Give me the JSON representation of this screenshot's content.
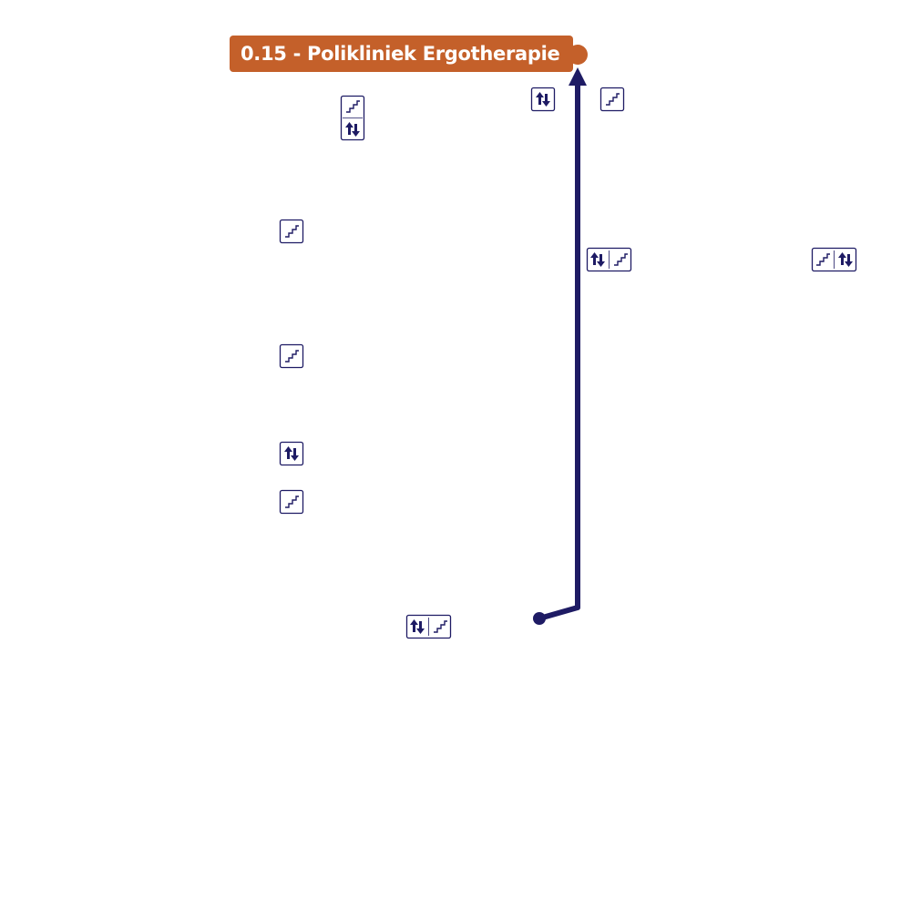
{
  "destination": {
    "label": "0.15 - Polikliniek Ergotherapie"
  },
  "colors": {
    "route": "#1e1b64",
    "destination": "#c4602a",
    "icon_stroke": "#1e1b64",
    "background": "#ffffff"
  },
  "icons": [
    {
      "name": "stairs-elevator-icon-1",
      "type": "stairs-over-elevator"
    },
    {
      "name": "elevator-icon-1",
      "type": "elevator"
    },
    {
      "name": "stairs-icon-1",
      "type": "stairs"
    },
    {
      "name": "stairs-icon-2",
      "type": "stairs"
    },
    {
      "name": "elevator-stairs-icon-1",
      "type": "elevator-stairs"
    },
    {
      "name": "stairs-elevator-icon-2",
      "type": "stairs-elevator"
    },
    {
      "name": "stairs-icon-3",
      "type": "stairs"
    },
    {
      "name": "elevator-icon-2",
      "type": "elevator"
    },
    {
      "name": "stairs-icon-4",
      "type": "stairs"
    },
    {
      "name": "elevator-stairs-icon-2",
      "type": "elevator-stairs"
    }
  ]
}
